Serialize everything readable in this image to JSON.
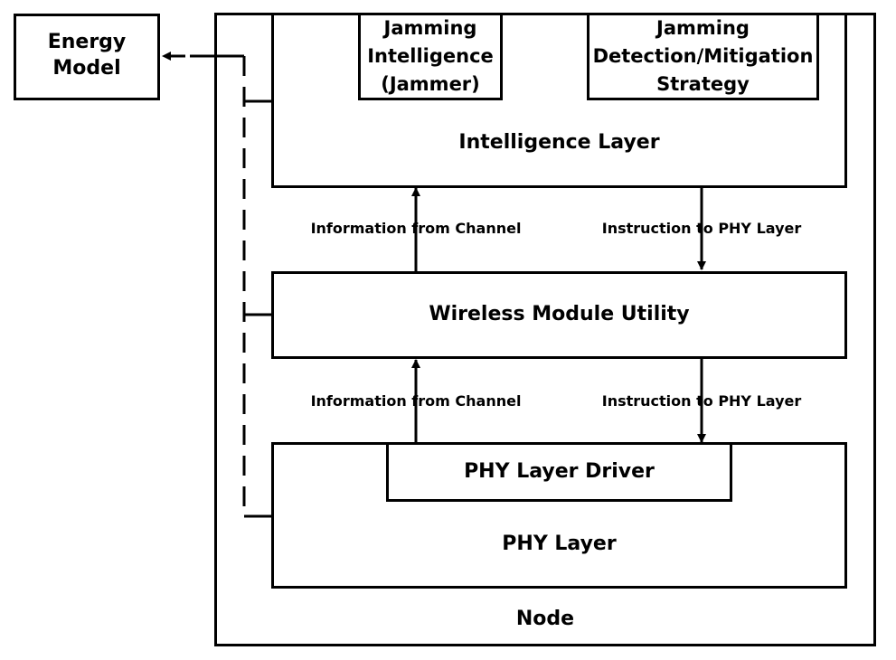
{
  "energy_model": {
    "line1": "Energy",
    "line2": "Model"
  },
  "node": {
    "label": "Node"
  },
  "intelligence_layer": {
    "label": "Intelligence Layer",
    "jamming_intelligence": {
      "line1": "Jamming",
      "line2": "Intelligence",
      "line3": "(Jammer)"
    },
    "detection_strategy": {
      "line1": "Jamming",
      "line2": "Detection/Mitigation",
      "line3": "Strategy"
    }
  },
  "wireless_module": {
    "label": "Wireless Module Utility"
  },
  "phy_layer": {
    "label": "PHY Layer",
    "driver_label": "PHY Layer Driver"
  },
  "arrows": {
    "upper_left": "Information from Channel",
    "upper_right": "Instruction to PHY Layer",
    "lower_left": "Information from Channel",
    "lower_right": "Instruction to PHY Layer"
  }
}
